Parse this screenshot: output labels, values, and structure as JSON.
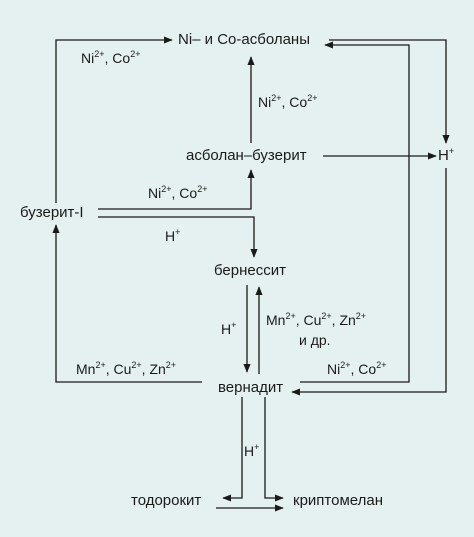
{
  "nodes": {
    "asbolan_ni_co": "Ni– и Co-асболаны",
    "asbolan_buserite": "асболан–бузерит",
    "buserite_i": "бузерит-I",
    "birnessite": "бернессит",
    "vernadite": "вернадит",
    "todorokite": "тодорокит",
    "cryptomelane": "криптомелан",
    "h_plus_right": "H",
    "h_plus_right_sup": "+"
  },
  "edge_labels": {
    "ni_co_top_left": {
      "ni": "Ni",
      "ni_charge": "2+",
      "sep": ", ",
      "co": "Co",
      "co_charge": "2+"
    },
    "ni_co_upper_mid": {
      "ni": "Ni",
      "ni_charge": "2+",
      "sep": ", ",
      "co": "Co",
      "co_charge": "2+"
    },
    "ni_co_buserite": {
      "ni": "Ni",
      "ni_charge": "2+",
      "sep": ", ",
      "co": "Co",
      "co_charge": "2+"
    },
    "h_buserite": {
      "h": "H",
      "h_charge": "+"
    },
    "h_birnessite_vernadite": {
      "h": "H",
      "h_charge": "+"
    },
    "mn_cu_zn_mid": {
      "mn": "Mn",
      "mn_charge": "2+",
      "sep1": ", ",
      "cu": "Cu",
      "cu_charge": "2+",
      "sep2": ", ",
      "zn": "Zn",
      "zn_charge": "2+",
      "line2": "и др."
    },
    "mn_cu_zn_left": {
      "mn": "Mn",
      "mn_charge": "2+",
      "sep1": ", ",
      "cu": "Cu",
      "cu_charge": "2+",
      "sep2": ", ",
      "zn": "Zn",
      "zn_charge": "2+"
    },
    "ni_co_right": {
      "ni": "Ni",
      "ni_charge": "2+",
      "sep": ", ",
      "co": "Co",
      "co_charge": "2+"
    },
    "h_bottom": {
      "h": "H",
      "h_charge": "+"
    }
  },
  "colors": {
    "background": "#e4f1f0",
    "line": "#1a1a1a"
  }
}
